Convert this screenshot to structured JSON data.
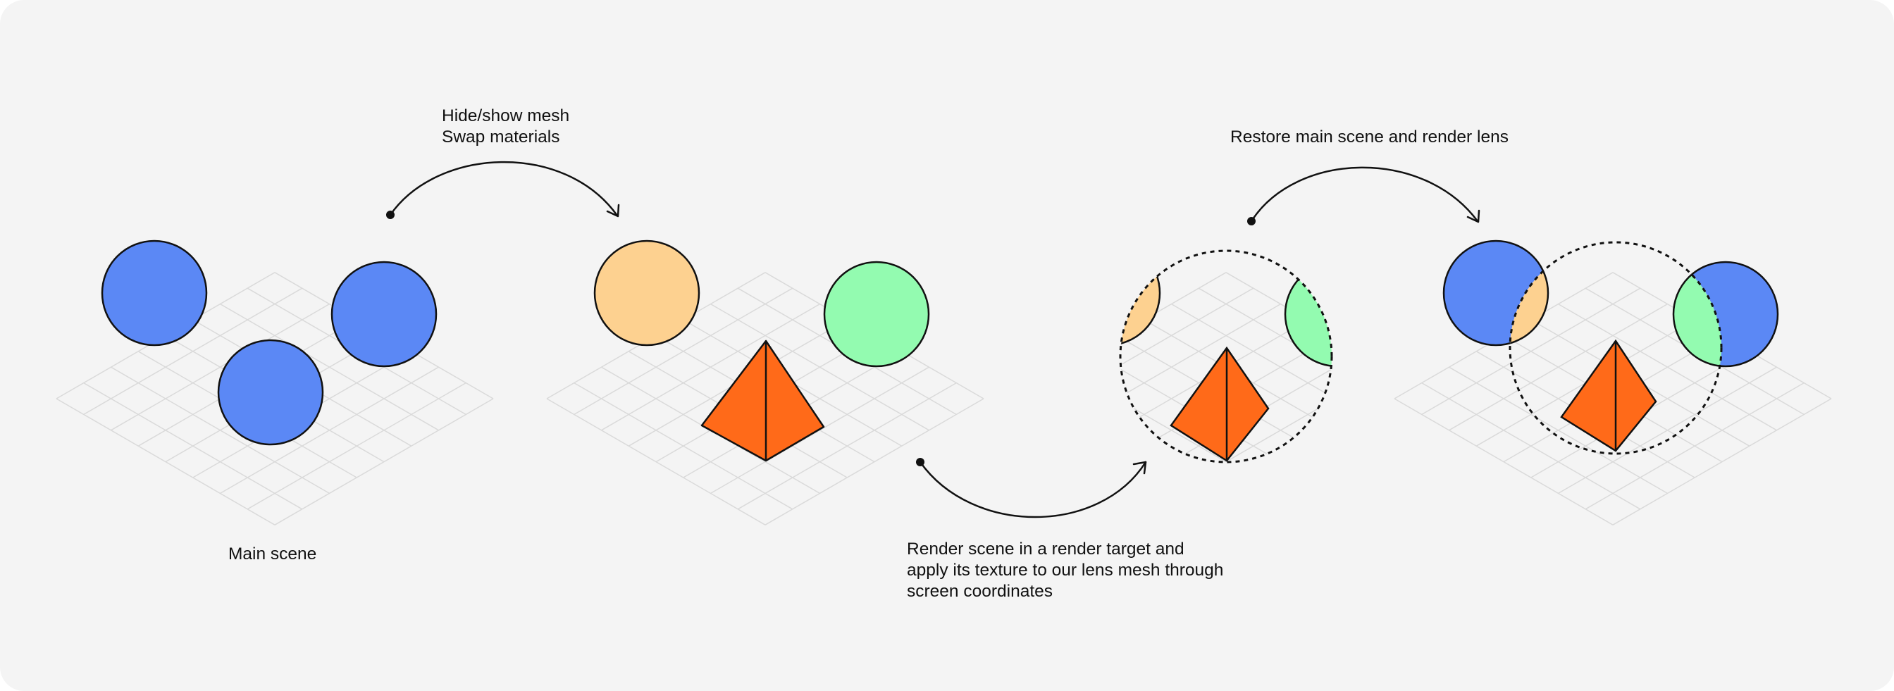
{
  "colors": {
    "background": "#f4f4f4",
    "blue": "#5b88f5",
    "peach": "#fdd190",
    "mint": "#93fbb0",
    "orange": "#ff6a19",
    "stroke": "#111111",
    "grid": "#dadada"
  },
  "labels": {
    "main_scene": "Main scene",
    "step1": {
      "line1": "Hide/show mesh",
      "line2": "Swap materials"
    },
    "step2": {
      "line1": "Render scene in a render target and",
      "line2": "apply its texture to our lens mesh through",
      "line3": "screen coordinates"
    },
    "step3": "Restore main scene and render lens"
  },
  "icons": [
    "grid-icon",
    "sphere-icon",
    "pyramid-icon",
    "lens-icon",
    "arrow-icon"
  ]
}
